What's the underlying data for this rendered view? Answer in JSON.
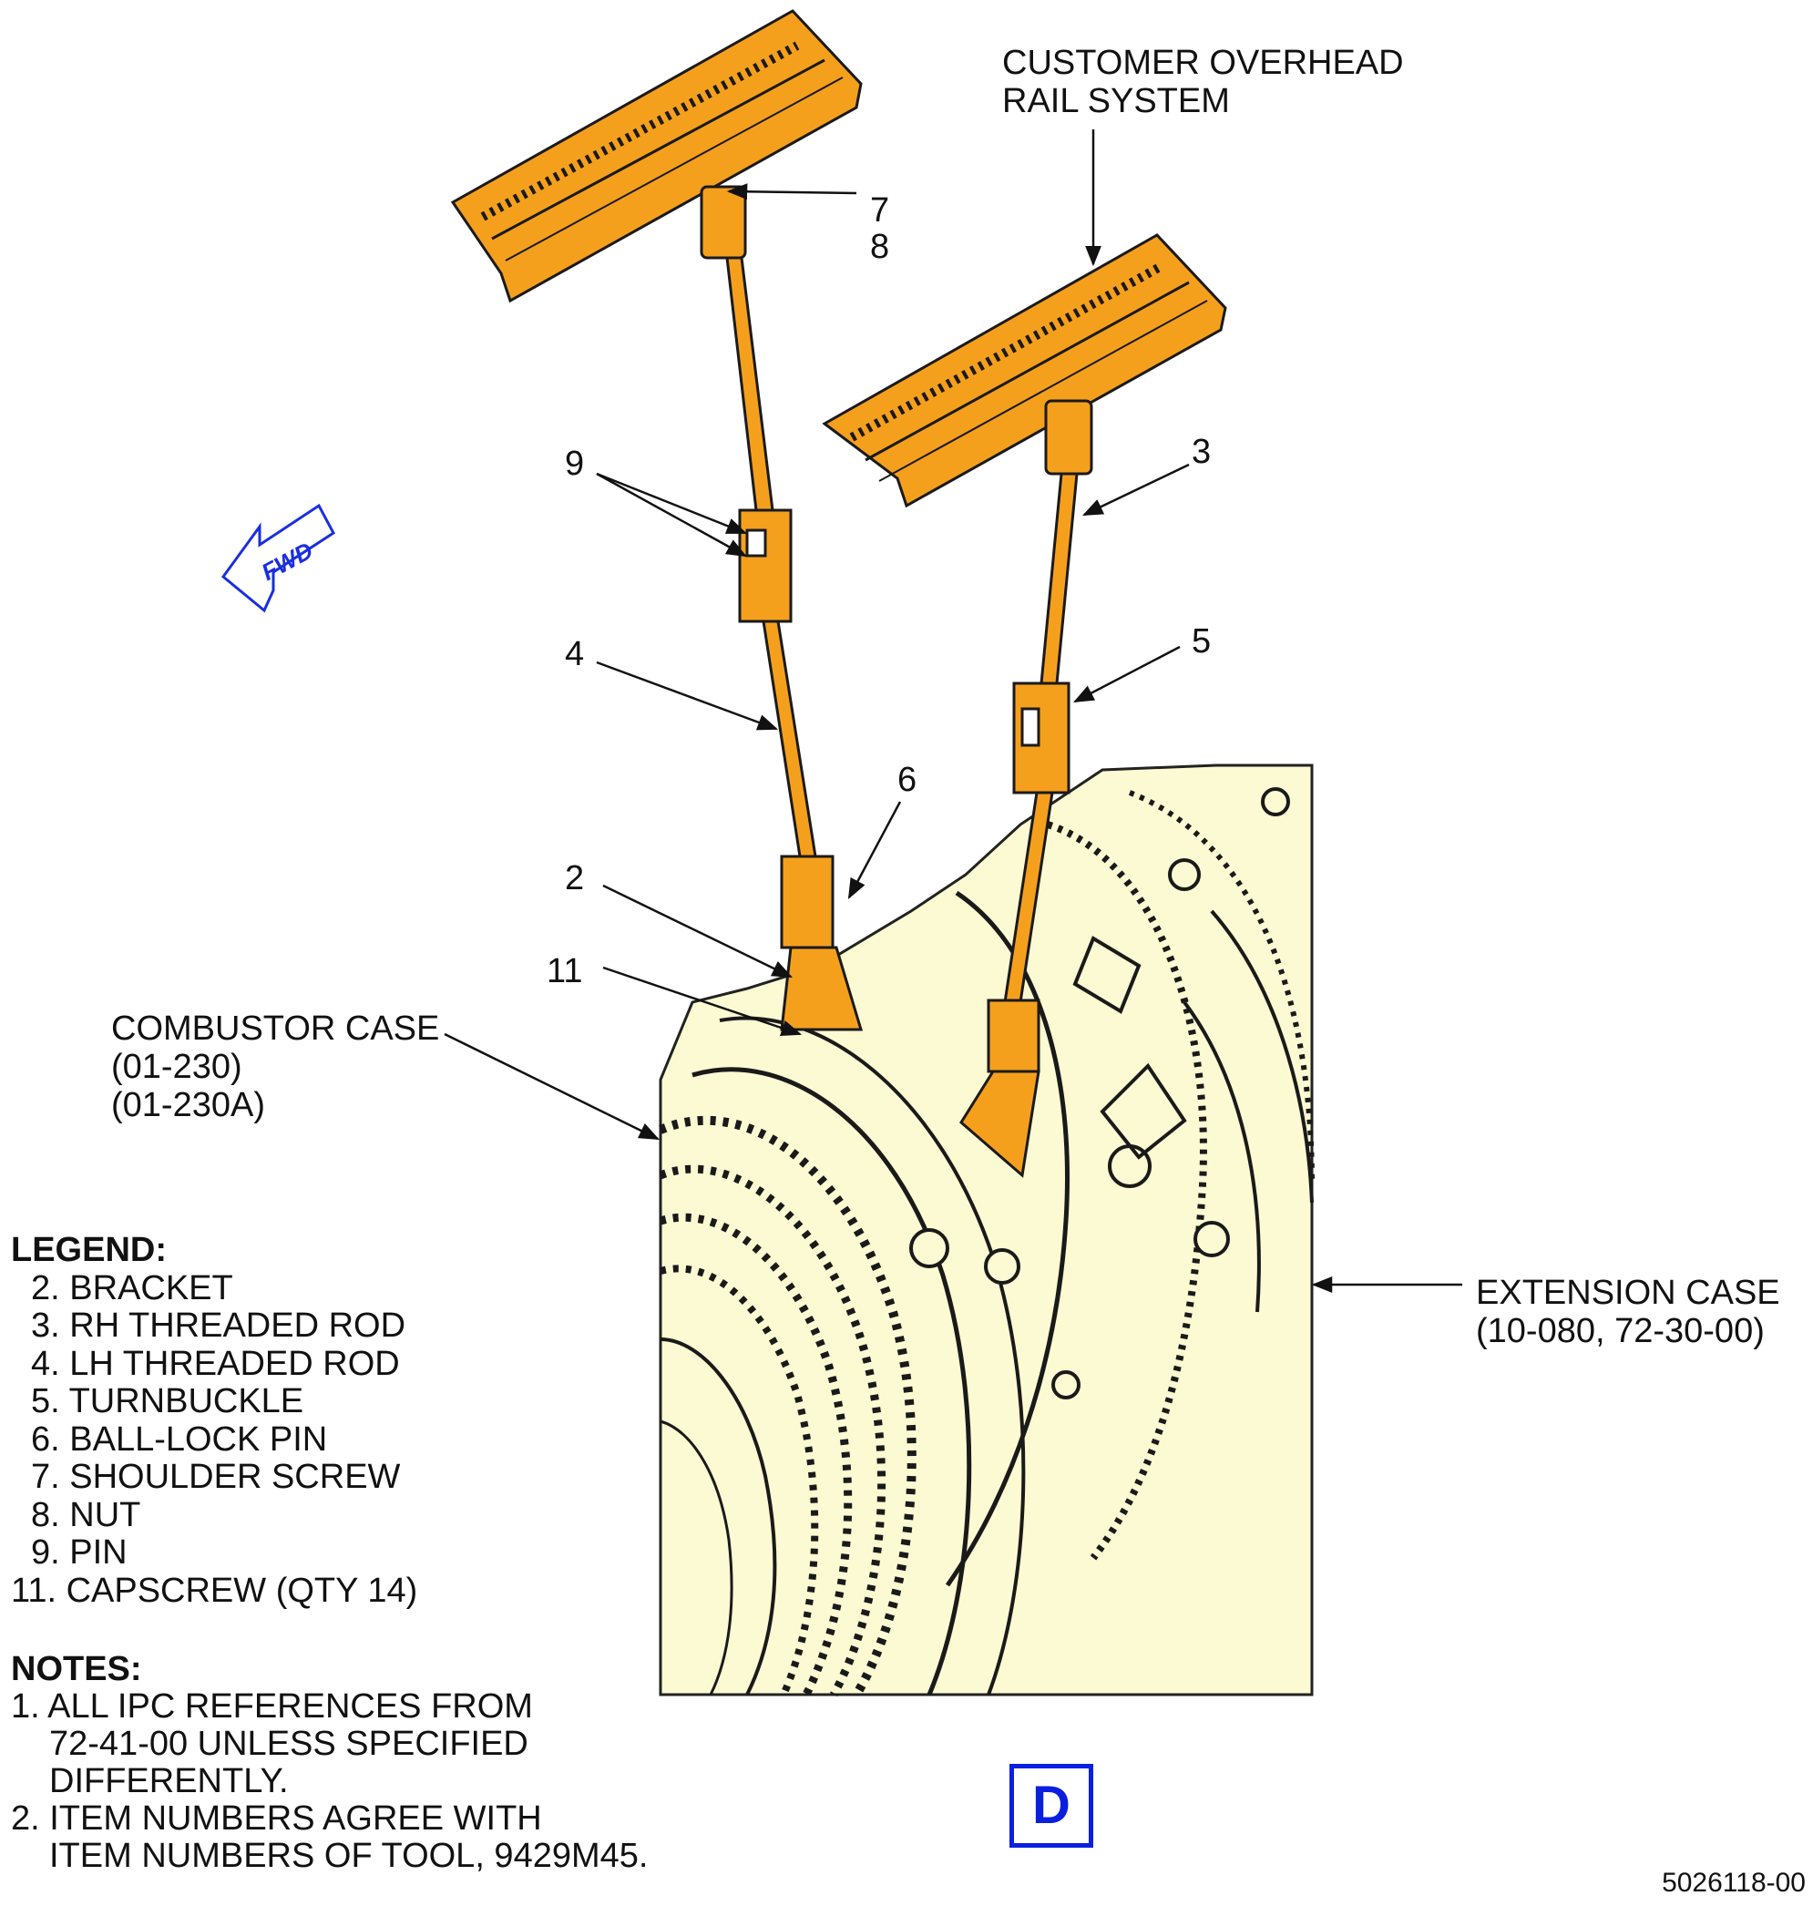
{
  "callouts": {
    "customer_rail_line1": "CUSTOMER OVERHEAD",
    "customer_rail_line2": "RAIL SYSTEM",
    "combustor_line1": "COMBUSTOR CASE",
    "combustor_line2": "(01-230)",
    "combustor_line3": "(01-230A)",
    "extension_line1": "EXTENSION CASE",
    "extension_line2": "(10-080, 72-30-00)",
    "fwd": "FWD"
  },
  "item_callouts": [
    "7",
    "8",
    "3",
    "9",
    "4",
    "5",
    "6",
    "2",
    "11"
  ],
  "legend": {
    "title": "LEGEND:",
    "items": [
      "2. BRACKET",
      "3. RH THREADED ROD",
      "4. LH THREADED ROD",
      "5. TURNBUCKLE",
      "6. BALL-LOCK PIN",
      "7. SHOULDER SCREW",
      "8. NUT",
      "9. PIN",
      "11. CAPSCREW (QTY 14)"
    ]
  },
  "notes": {
    "title": "NOTES:",
    "n1_line1": "1. ALL IPC REFERENCES FROM",
    "n1_line2": "72-41-00 UNLESS SPECIFIED",
    "n1_line3": "DIFFERENTLY.",
    "n2_line1": "2. ITEM NUMBERS AGREE WITH",
    "n2_line2": "ITEM NUMBERS OF TOOL, 9429M45."
  },
  "view_label": "D",
  "figure_number": "5026118-00",
  "colors": {
    "tool_orange": "#f5a01d",
    "engine_cream": "#fcfad2",
    "line_dark": "#1a1a1a",
    "fwd_blue": "#1a2ee0"
  }
}
